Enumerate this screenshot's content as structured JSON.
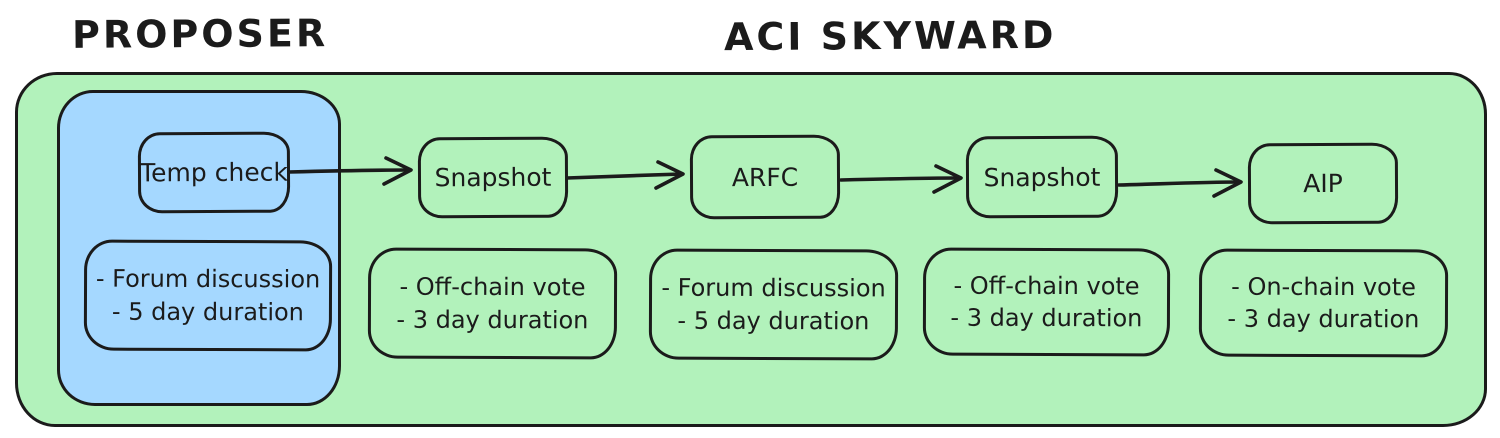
{
  "header": {
    "proposer_title": "PROPOSER",
    "main_title": "ACI SKYWARD"
  },
  "colors": {
    "container_green": "#b2f2bb",
    "container_blue": "#a5d8ff",
    "stroke": "#1b1b1b",
    "page_bg": "#ffffff"
  },
  "stages": [
    {
      "label": "Temp check",
      "details": {
        "line1": "- Forum discussion",
        "line2": "- 5 day duration"
      }
    },
    {
      "label": "Snapshot",
      "details": {
        "line1": "- Off-chain vote",
        "line2": "- 3 day duration"
      }
    },
    {
      "label": "ARFC",
      "details": {
        "line1": "- Forum discussion",
        "line2": "- 5 day duration"
      }
    },
    {
      "label": "Snapshot",
      "details": {
        "line1": "- Off-chain vote",
        "line2": "- 3 day duration"
      }
    },
    {
      "label": "AIP",
      "details": {
        "line1": "- On-chain vote",
        "line2": "- 3 day duration"
      }
    }
  ]
}
